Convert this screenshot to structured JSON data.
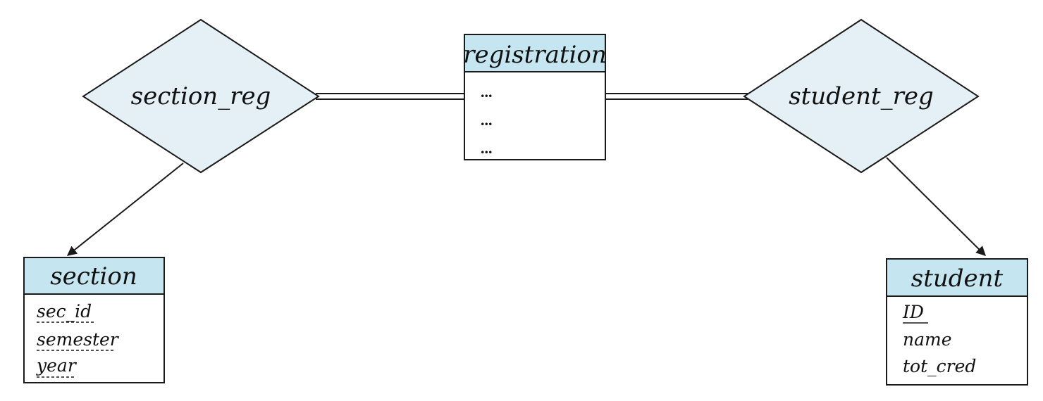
{
  "colors": {
    "entity_header": "#c5e6f0",
    "relationship_fill": "#e4f0f6",
    "line": "#1a1a1a"
  },
  "relationships": {
    "section_reg": {
      "label": "section_reg"
    },
    "student_reg": {
      "label": "student_reg"
    }
  },
  "entities": {
    "registration": {
      "name": "registration",
      "attributes": [
        "...",
        "...",
        "..."
      ]
    },
    "section": {
      "name": "section",
      "attributes": [
        "sec_id",
        "semester",
        "year"
      ],
      "discriminator": [
        "sec_id",
        "semester",
        "year"
      ]
    },
    "student": {
      "name": "student",
      "attributes": [
        "ID",
        "name",
        "tot_cred"
      ],
      "primary_key": [
        "ID"
      ]
    }
  }
}
